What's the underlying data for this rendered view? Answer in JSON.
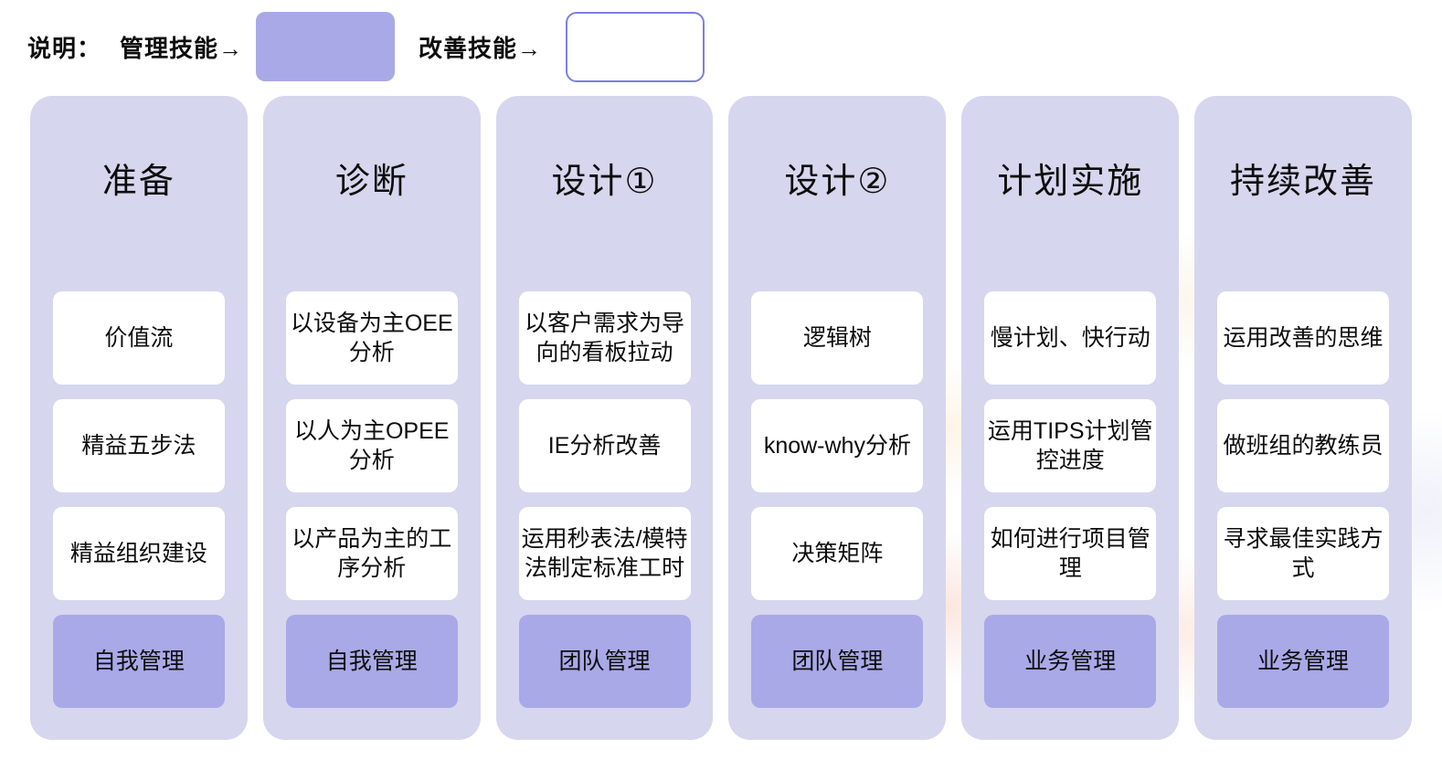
{
  "legend": {
    "label": "说明：",
    "management_label": "管理技能→",
    "improvement_label": "改善技能→"
  },
  "colors": {
    "column_bg": "#d6d6ee",
    "card_bg": "#ffffff",
    "management_fill": "#a9a9e8",
    "improvement_border": "#7b80e0",
    "text": "#0d0d0d"
  },
  "columns": [
    {
      "title": "准备",
      "skills": [
        "价值流",
        "精益五步法",
        "精益组织建设"
      ],
      "management_skill": "自我管理"
    },
    {
      "title": "诊断",
      "skills": [
        "以设备为主OEE分析",
        "以人为主OPEE分析",
        "以产品为主的工序分析"
      ],
      "management_skill": "自我管理"
    },
    {
      "title": "设计①",
      "skills": [
        "以客户需求为导向的看板拉动",
        "IE分析改善",
        "运用秒表法/模特法制定标准工时"
      ],
      "management_skill": "团队管理"
    },
    {
      "title": "设计②",
      "skills": [
        "逻辑树",
        "know-why分析",
        "决策矩阵"
      ],
      "management_skill": "团队管理"
    },
    {
      "title": "计划实施",
      "skills": [
        "慢计划、快行动",
        "运用TIPS计划管控进度",
        "如何进行项目管理"
      ],
      "management_skill": "业务管理"
    },
    {
      "title": "持续改善",
      "skills": [
        "运用改善的思维",
        "做班组的教练员",
        "寻求最佳实践方式"
      ],
      "management_skill": "业务管理"
    }
  ]
}
